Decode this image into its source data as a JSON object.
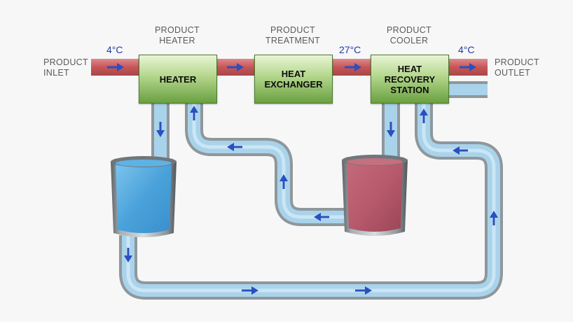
{
  "diagram": {
    "inlet_label": [
      "PRODUCT",
      "INLET"
    ],
    "outlet_label": [
      "PRODUCT",
      "OUTLET"
    ],
    "stages": [
      {
        "title": [
          "PRODUCT",
          "HEATER"
        ],
        "box_lines": [
          "HEATER"
        ]
      },
      {
        "title": [
          "PRODUCT",
          "TREATMENT"
        ],
        "box_lines": [
          "HEAT",
          "EXCHANGER"
        ]
      },
      {
        "title": [
          "PRODUCT",
          "COOLER"
        ],
        "box_lines": [
          "HEAT",
          "RECOVERY",
          "STATION"
        ]
      }
    ],
    "temperatures": {
      "inlet": "4°C",
      "after_treatment": "27°C",
      "outlet": "4°C"
    },
    "colors": {
      "product_pipe": "#c65658",
      "water_pipe": "#a9d3ea",
      "pipe_metal": "#9ea6ab",
      "arrow": "#2a4fc0",
      "hot_tank": "#b75a6c",
      "cold_tank": "#4aa2da",
      "box_green": "#8fc163"
    }
  }
}
